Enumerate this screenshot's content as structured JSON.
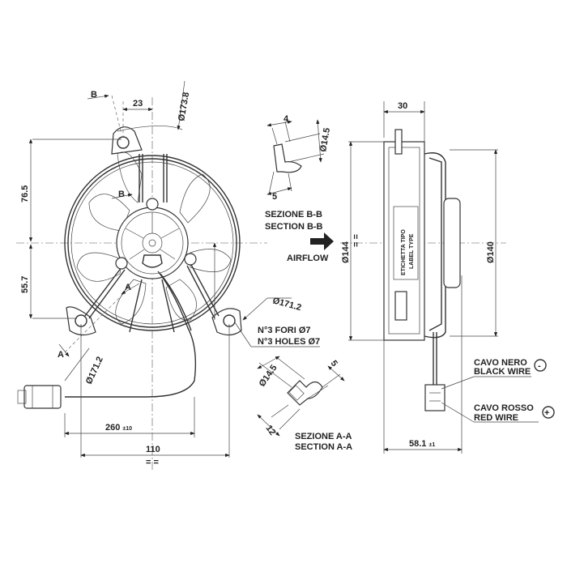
{
  "front_view": {
    "section_b_mark": "B",
    "section_b_mark_2": "B",
    "section_a_mark": "A",
    "section_a_mark_2": "A",
    "dim_23": "23",
    "dim_diam_173_8": "Ø173.8",
    "dim_76_5": "76.5",
    "dim_55_7": "55.7",
    "dim_diam_171_2_left": "Ø171.2",
    "dim_diam_171_2_right": "Ø171.2",
    "holes_it": "N°3 FORI Ø7",
    "holes_en": "N°3 HOLES Ø7",
    "dim_cable": "260",
    "dim_cable_tol": "±10",
    "dim_110": "110",
    "symmetric_mark": "= ="
  },
  "section_b": {
    "dim_4": "4",
    "dim_diam_14_5": "Ø14.5",
    "dim_5": "5",
    "title_it": "SEZIONE B-B",
    "title_en": "SECTION B-B"
  },
  "airflow": {
    "label": "AIRFLOW"
  },
  "section_a": {
    "dim_diam_14_5": "Ø14.5",
    "dim_5": "5",
    "dim_12": "12",
    "title_it": "SEZIONE A-A",
    "title_en": "SECTION A-A"
  },
  "side_view": {
    "dim_30": "30",
    "dim_diam_144": "Ø144",
    "symmetric_mark": "= =",
    "label_it": "ETICHETTA TIPO",
    "label_en": "LABEL TYPE",
    "dim_diam_140": "Ø140",
    "dim_58_1": "58.1",
    "dim_58_1_tol": "±1",
    "black_wire_it": "CAVO NERO",
    "black_wire_en": "BLACK WIRE",
    "black_wire_symbol": "-",
    "red_wire_it": "CAVO ROSSO",
    "red_wire_en": "RED WIRE",
    "red_wire_symbol": "+"
  }
}
